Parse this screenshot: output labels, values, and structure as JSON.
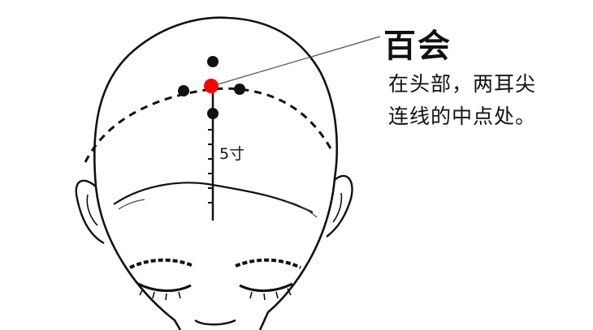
{
  "point": {
    "name": "百会",
    "description_line1": "在头部，两耳尖",
    "description_line2": "连线的中点处。",
    "highlight_color": "#ff0000"
  },
  "measure": {
    "label": "5寸"
  }
}
